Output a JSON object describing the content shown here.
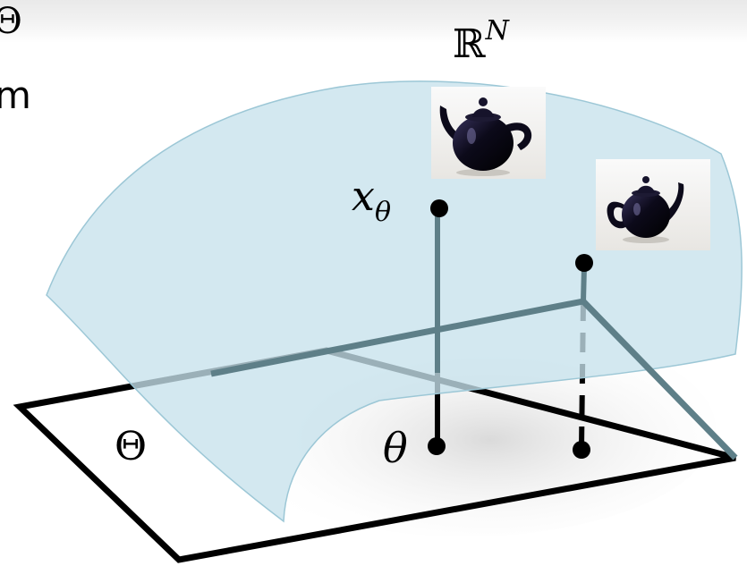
{
  "slide": {
    "cut_top_text": "Θ",
    "cut_left_text": "m"
  },
  "labels": {
    "ambient_space": "ℝ",
    "ambient_exponent": "N",
    "image_point": "x",
    "image_subscript": "θ",
    "param_point": "θ",
    "param_space": "Θ"
  },
  "colors": {
    "manifold_fill": "#c7e2ec",
    "manifold_stroke": "#9cc7d6",
    "projection_line": "#5e7f88",
    "plane_stroke": "#000000",
    "point": "#000000",
    "teapot_body": "#0c0a1a"
  },
  "icons": {
    "teapot_large": "teapot-image",
    "teapot_small": "teapot-image"
  }
}
